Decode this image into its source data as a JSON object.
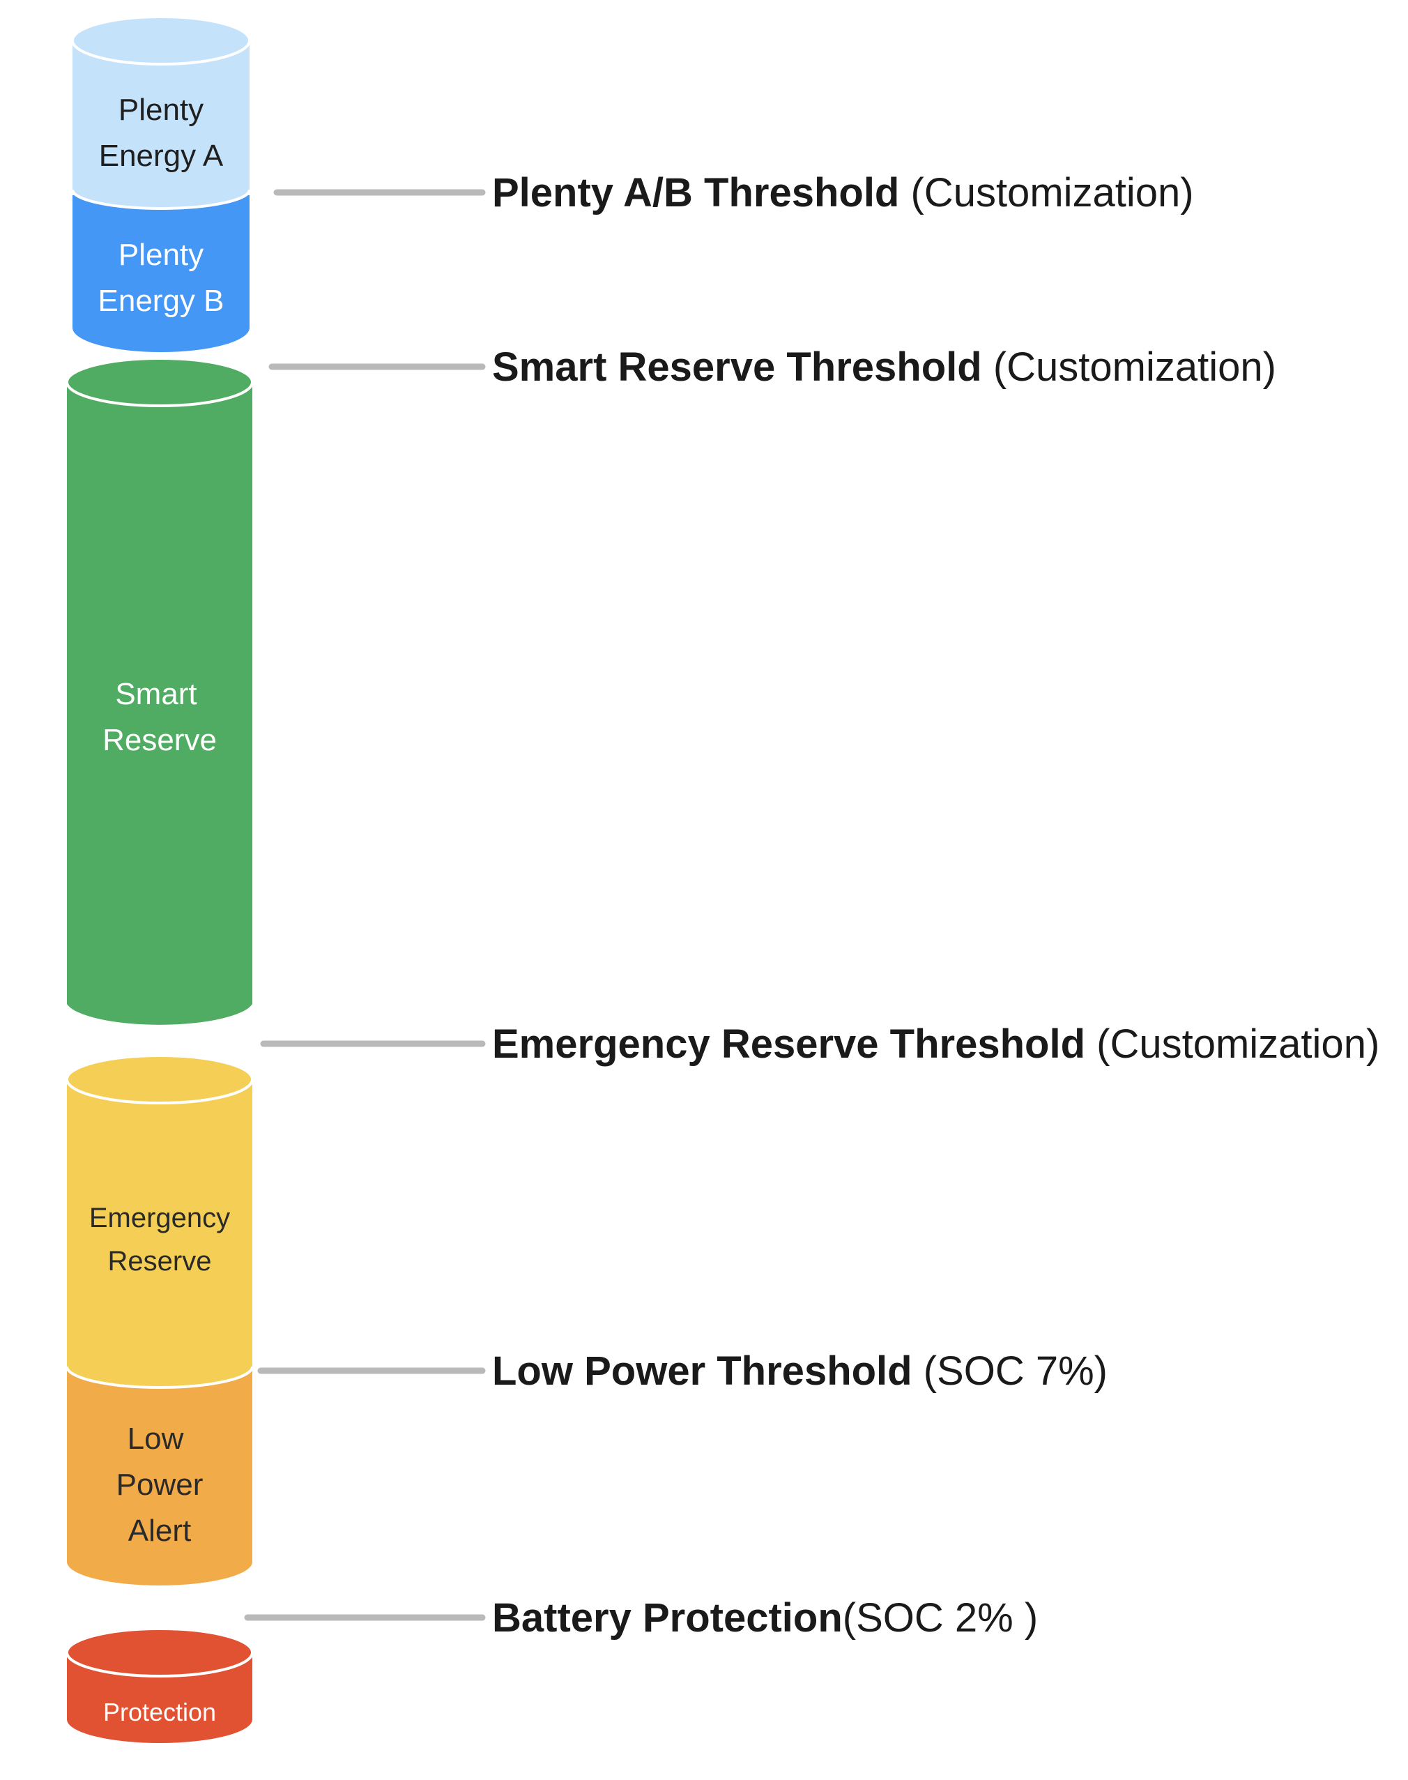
{
  "colors": {
    "plenty_a": "#c5e2fb",
    "plenty_b": "#4597f5",
    "smart_reserve": "#50ac62",
    "emergency_reserve": "#f5cf55",
    "low_power": "#f1ab48",
    "protection": "#e15233",
    "connector": "#b9b9b9"
  },
  "segments": {
    "plenty_a": {
      "line1": "Plenty",
      "line2": "Energy A"
    },
    "plenty_b": {
      "line1": "Plenty",
      "line2": "Energy B"
    },
    "smart_reserve": {
      "line1": "Smart",
      "line2": "Reserve"
    },
    "emergency_reserve": {
      "line1": "Emergency",
      "line2": "Reserve"
    },
    "low_power": {
      "line1": "Low",
      "line2": "Power",
      "line3": "Alert"
    },
    "protection": {
      "line1": "Protection"
    }
  },
  "thresholds": {
    "plenty_ab": {
      "bold": "Plenty A/B Threshold",
      "paren": " (Customization)"
    },
    "smart_reserve": {
      "bold": "Smart Reserve Threshold",
      "paren": " (Customization)"
    },
    "emergency_reserve": {
      "bold": "Emergency Reserve Threshold",
      "paren": " (Customization)"
    },
    "low_power": {
      "bold": "Low Power Threshold",
      "paren": " (SOC 7%)"
    },
    "battery_protection": {
      "bold": "Battery Protection",
      "paren": "(SOC 2% )"
    }
  }
}
